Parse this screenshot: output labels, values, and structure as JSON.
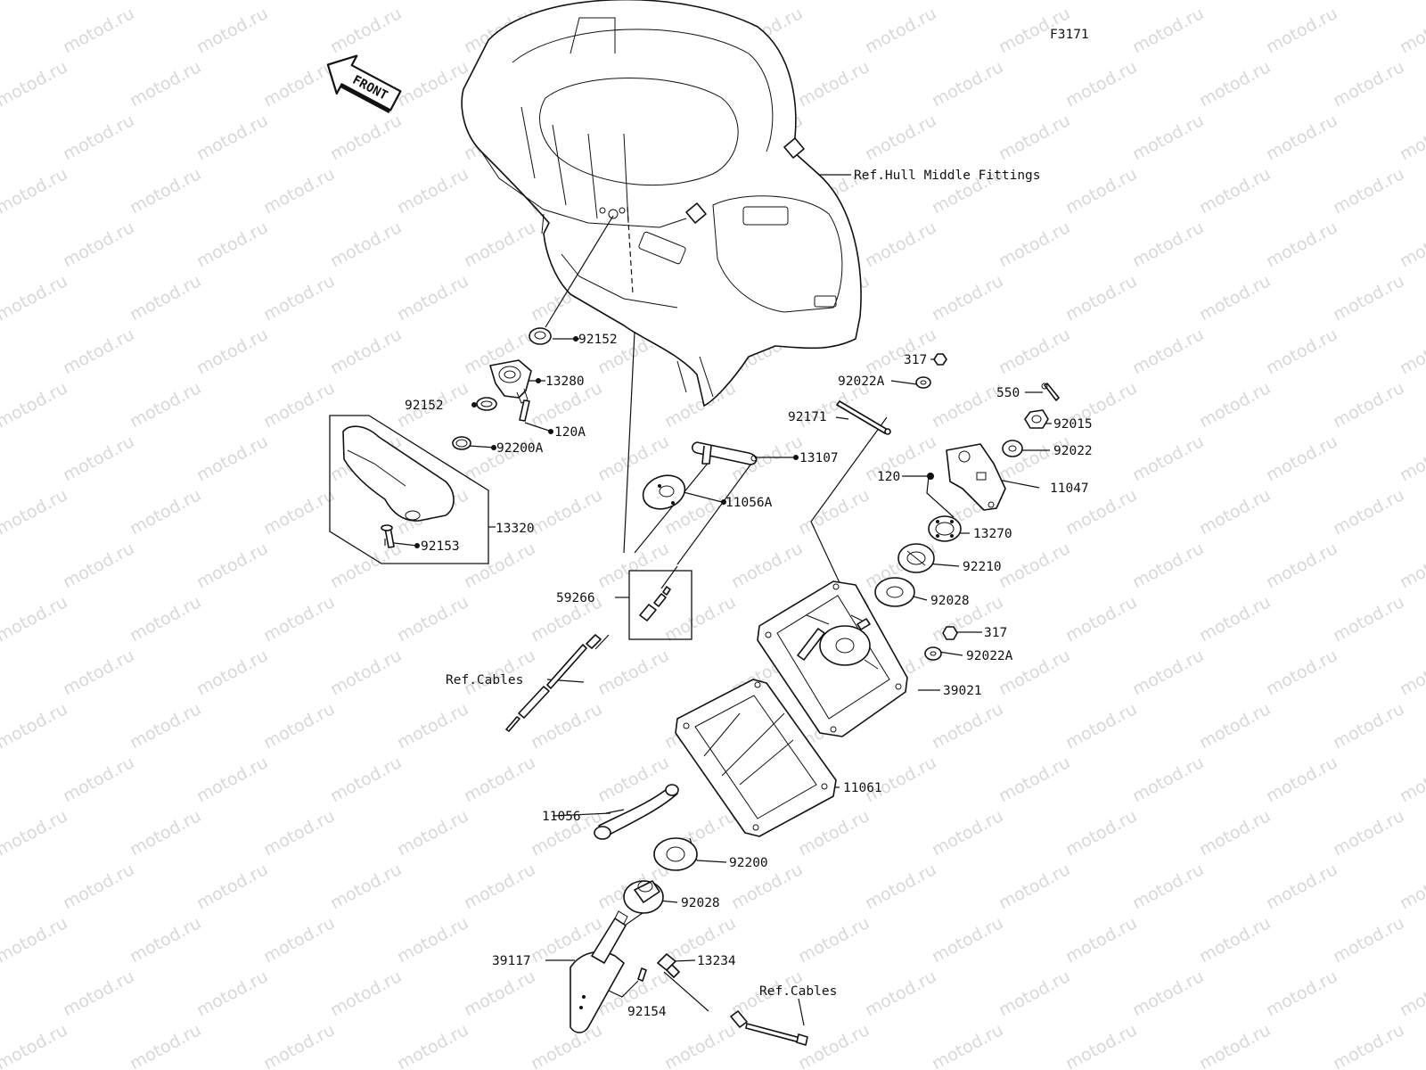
{
  "figure_id": "F3171",
  "front_arrow_text": "FRONT",
  "watermark": "motod.ru",
  "callouts": {
    "c92152a": "92152",
    "c13280": "13280",
    "c92152b": "92152",
    "c120A": "120A",
    "c92200A": "92200A",
    "c92153": "92153",
    "c13320": "13320",
    "c59266": "59266",
    "cRefCables1": "Ref.Cables",
    "c11056A": "11056A",
    "c13107": "13107",
    "c92171": "92171",
    "c317a": "317",
    "c92022Aa": "92022A",
    "c550": "550",
    "c92015": "92015",
    "c92022": "92022",
    "c120": "120",
    "c11047": "11047",
    "c13270": "13270",
    "c92210": "92210",
    "c92028a": "92028",
    "c317b": "317",
    "c92022Ab": "92022A",
    "c39021": "39021",
    "c11061": "11061",
    "c11056": "11056",
    "c92200": "92200",
    "c92028b": "92028",
    "c39117": "39117",
    "c13234": "13234",
    "c92154": "92154",
    "cRefCables2": "Ref.Cables",
    "cRefHull": "Ref.Hull Middle Fittings"
  }
}
